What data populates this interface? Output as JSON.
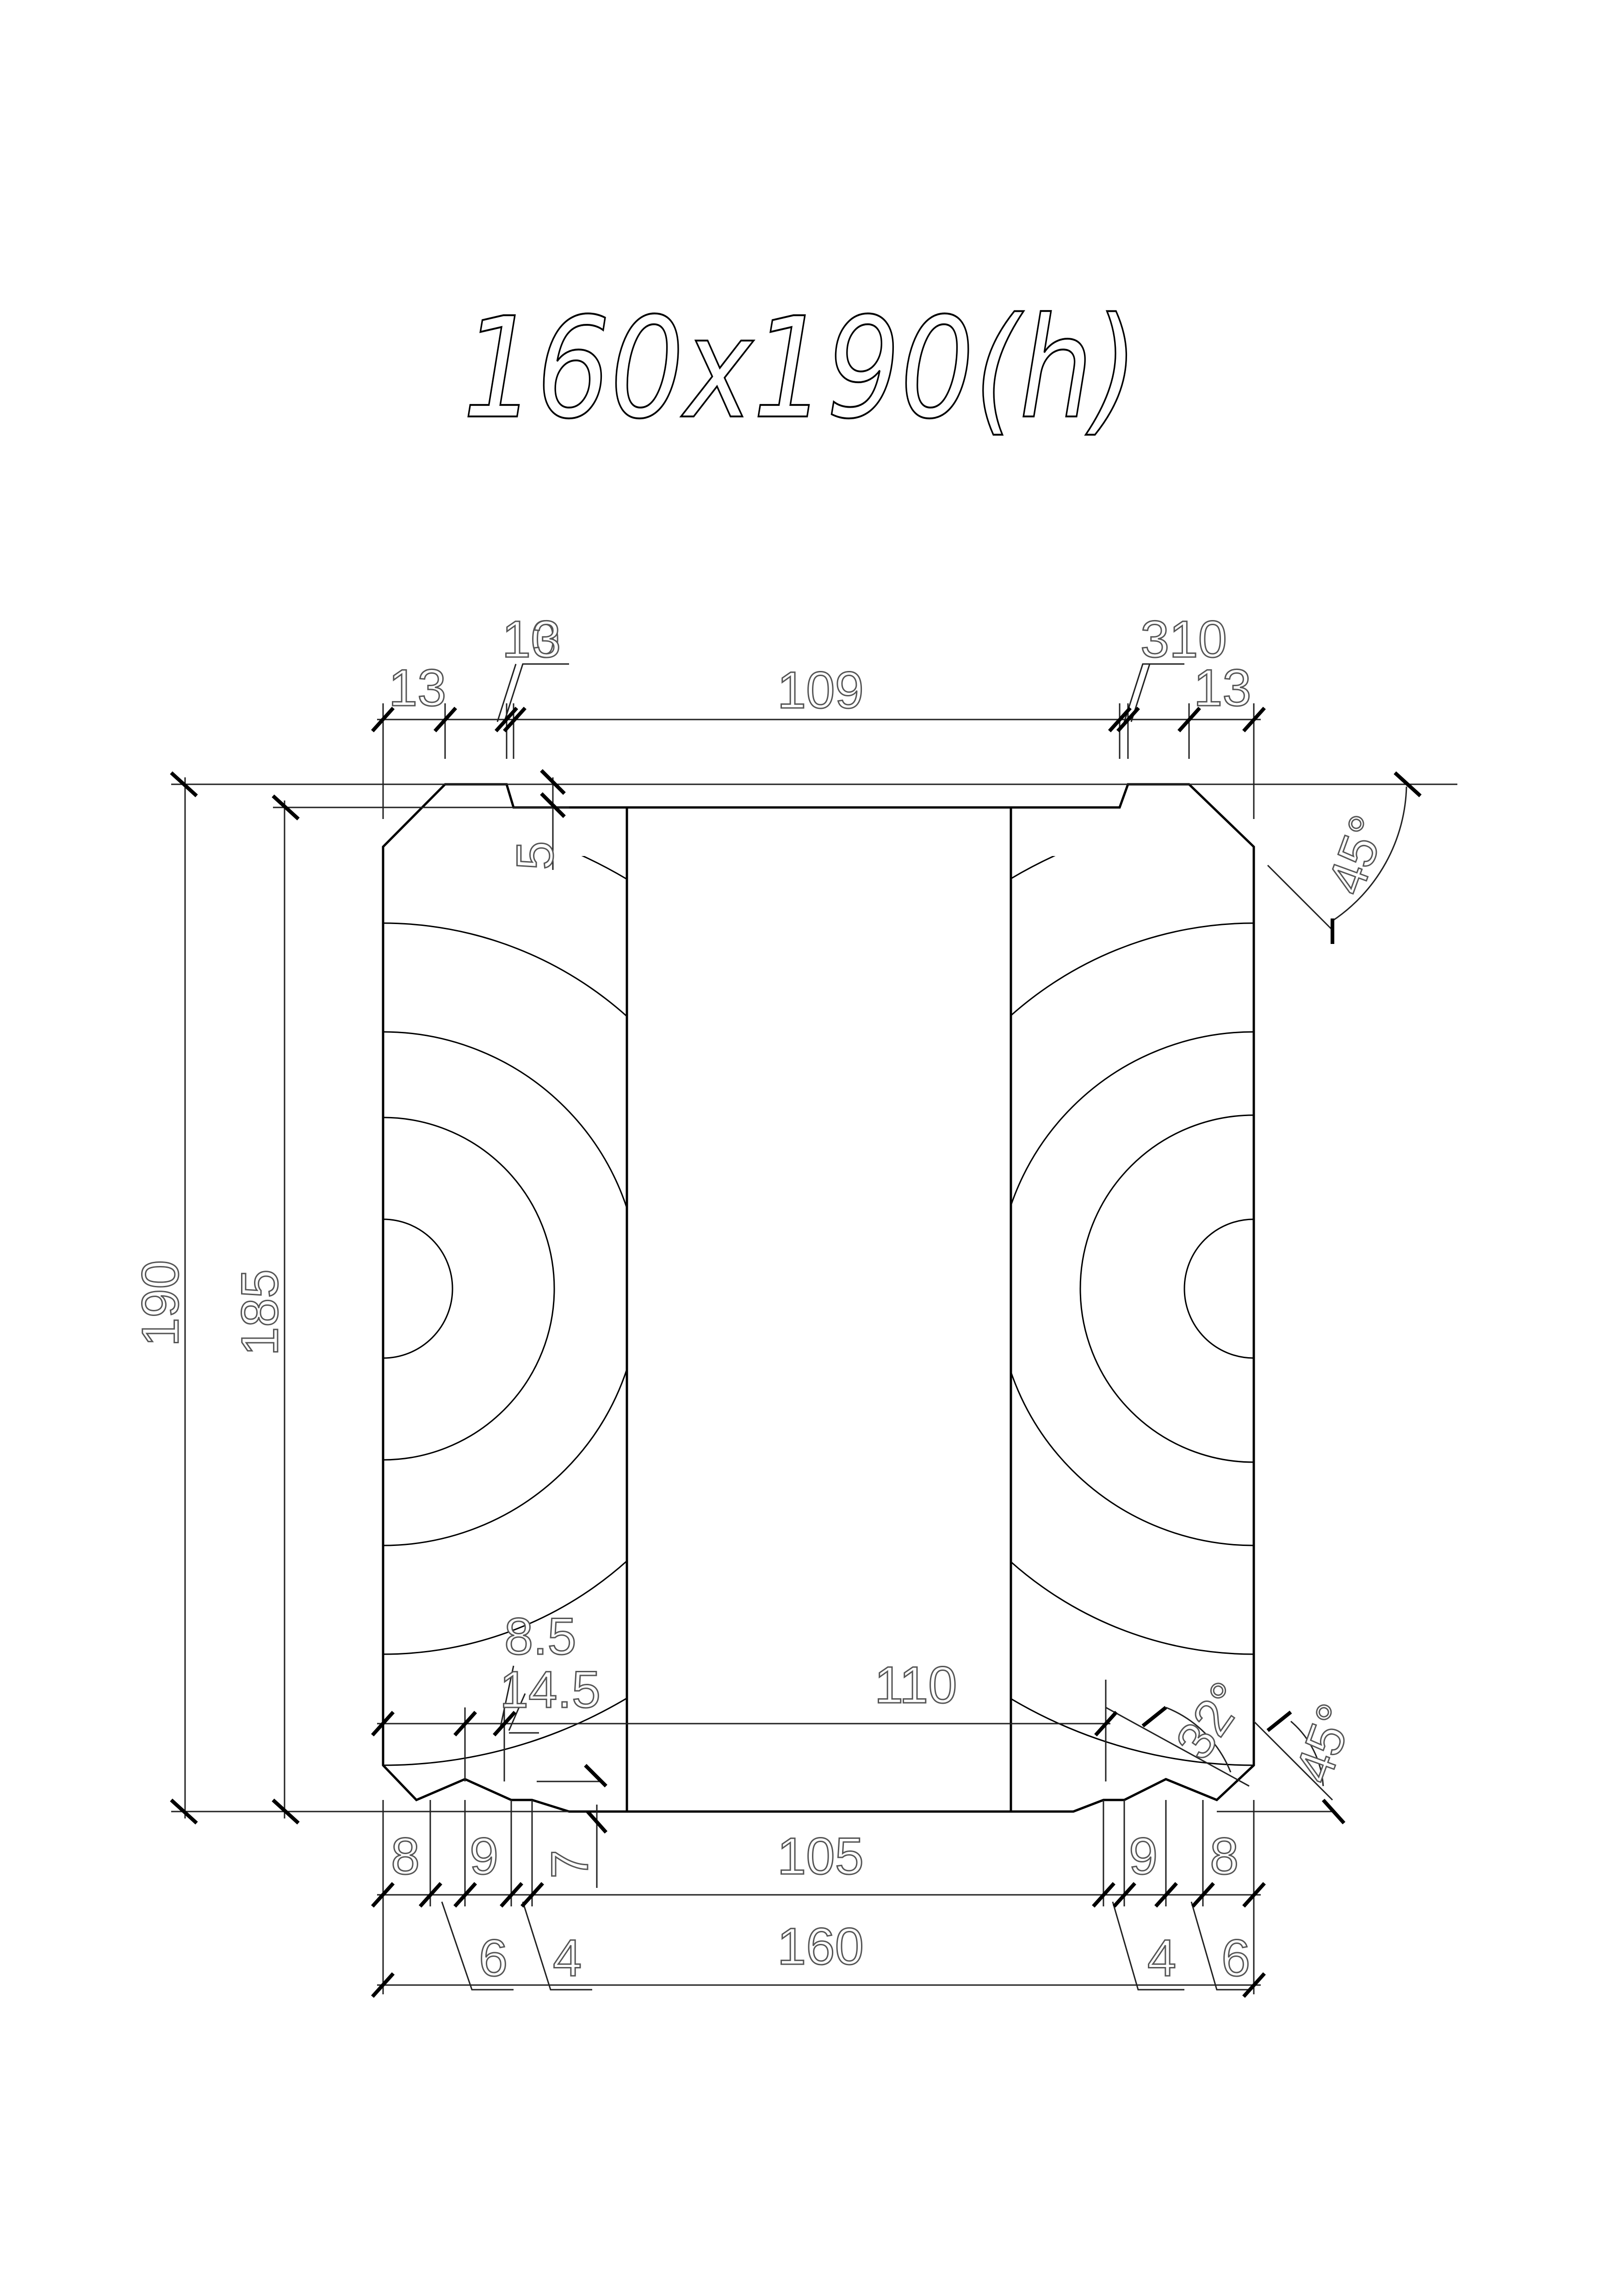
{
  "drawing": {
    "title": "160x190(h)"
  },
  "dimensions": {
    "top_left_13": "13",
    "top_left_10": "10",
    "top_left_3": "3",
    "top_center_109": "109",
    "top_right_3_10": "310",
    "top_right_13": "13",
    "top_groove_depth_5": "5",
    "top_chamfer_angle": "45°",
    "height_190": "190",
    "height_185": "185",
    "bottom_8_5": "8.5",
    "bottom_14_5": "14.5",
    "bottom_center_110": "110",
    "bottom_angle_32": "32°",
    "bottom_chamfer_angle": "45°",
    "bottom_left_8": "8",
    "bottom_left_9": "9",
    "bottom_7": "7",
    "bottom_center_105": "105",
    "bottom_right_9": "9",
    "bottom_right_8": "8",
    "bottom_left_6": "6",
    "bottom_left_4": "4",
    "overall_width_160": "160",
    "bottom_right_4": "4",
    "bottom_right_6": "6"
  }
}
